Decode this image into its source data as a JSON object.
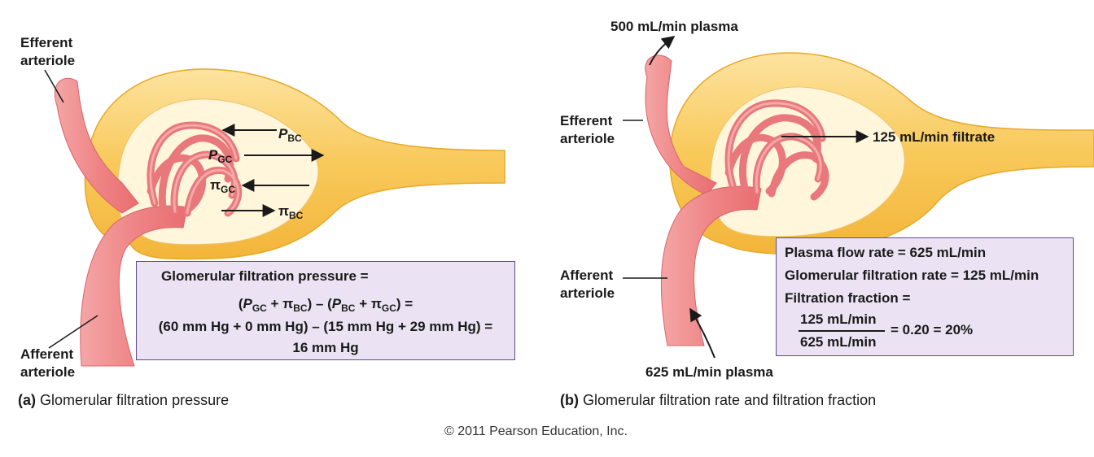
{
  "panel_a": {
    "efferent_label": [
      "Efferent",
      "arteriole"
    ],
    "afferent_label": [
      "Afferent",
      "arteriole"
    ],
    "forces": {
      "p_bc": {
        "main": "P",
        "sub": "BC"
      },
      "p_gc": {
        "main": "P",
        "sub": "GC"
      },
      "pi_gc": {
        "main": "π",
        "sub": "GC"
      },
      "pi_bc": {
        "main": "π",
        "sub": "BC"
      }
    },
    "box": {
      "title": "Glomerular filtration pressure =",
      "formula_parts": [
        "(",
        "P",
        "GC",
        " + ",
        "π",
        "BC",
        ") – (",
        "P",
        "BC",
        " + ",
        "π",
        "GC",
        ") ="
      ],
      "values": "(60 mm Hg + 0 mm Hg) – (15 mm Hg + 29 mm Hg) =",
      "result": "16 mm Hg"
    },
    "caption_letter": "(a)",
    "caption_text": "Glomerular filtration pressure"
  },
  "panel_b": {
    "plasma_out": "500 mL/min plasma",
    "efferent_label": [
      "Efferent",
      "arteriole"
    ],
    "afferent_label": [
      "Afferent",
      "arteriole"
    ],
    "filtrate": "125 mL/min filtrate",
    "plasma_in": "625 mL/min plasma",
    "box": {
      "line1": "Plasma flow rate = 625 mL/min",
      "line2": "Glomerular filtration rate = 125 mL/min",
      "line3": "Filtration fraction =",
      "numerator": "125 mL/min",
      "denominator": "625 mL/min",
      "result": "= 0.20 = 20%"
    },
    "caption_letter": "(b)",
    "caption_text": "Glomerular filtration rate and filtration fraction"
  },
  "copyright": "© 2011 Pearson Education, Inc.",
  "colors": {
    "capsule": "#f6c24a",
    "capsule_light": "#fde7a8",
    "vessel": "#f0878a",
    "vessel_light": "#f9c1bf",
    "box_fill": "#ebe3f4",
    "box_border": "#5f4b8b"
  }
}
